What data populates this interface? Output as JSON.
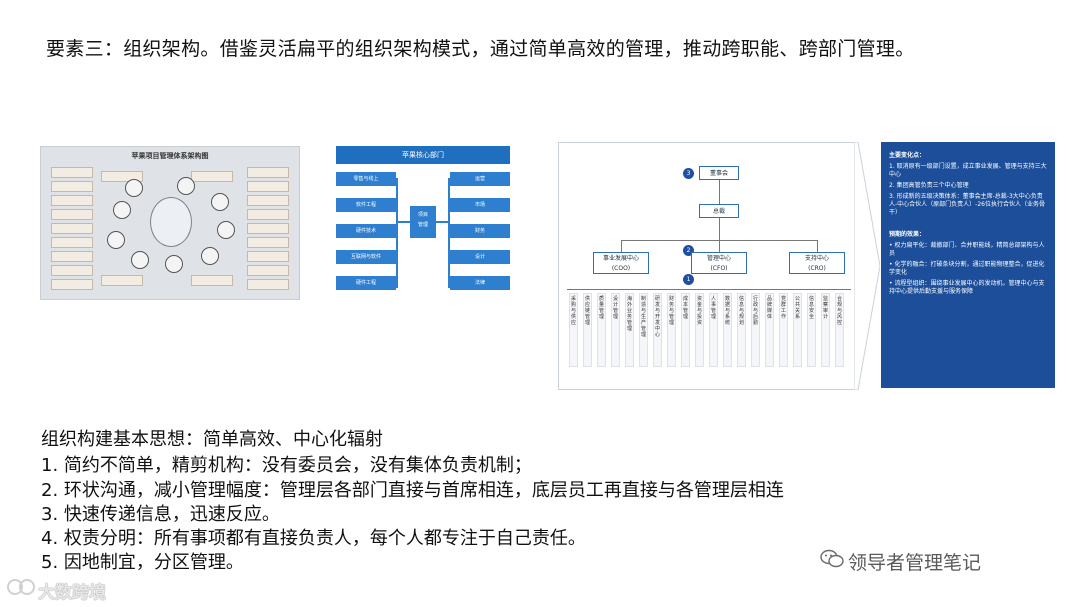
{
  "heading": "要素三：组织架构。借鉴灵活扁平的组织架构模式，通过简单高效的管理，推动跨职能、跨部门管理。",
  "figure1": {
    "title": "苹果项目管理体系架构图"
  },
  "figure2": {
    "title": "苹果核心部门",
    "left_boxes": [
      "零售与线上",
      "软件工程",
      "硬件技术",
      "互联网与软件",
      "硬件工程"
    ],
    "middle_box": [
      "项目",
      "管理"
    ],
    "right_boxes": [
      "运营",
      "市场",
      "财务",
      "设计",
      "法律"
    ]
  },
  "figure3": {
    "top_number": "3",
    "board": "董事会",
    "ceo": "总裁",
    "mid_number": "2",
    "centers": [
      {
        "label": "事业发展中心",
        "sub": "(COO)"
      },
      {
        "label": "管理中心",
        "sub": "(CFO)"
      },
      {
        "label": "支持中心",
        "sub": "(CRO)"
      }
    ],
    "low_number": "1",
    "columns": [
      "采购与供应",
      "供应链管理",
      "质量管理",
      "设计管理",
      "海外业务管理",
      "制造与生产管理",
      "研发与开发中心",
      "财务与管理",
      "成本管理",
      "资金与投资",
      "人事管理",
      "数据与系统",
      "信息与规划",
      "行政与后勤",
      "品牌媒体",
      "党群工作",
      "公共关系",
      "信息安全",
      "监察审计",
      "合规与风控"
    ]
  },
  "figure4": {
    "section1_title": "主要变化点：",
    "section1_items": [
      "1. 取消原有一级部门设置，成立事业发展、管理与支持三大中心",
      "2. 集团高管负责三个中心管理",
      "3. 形成新的五级决策体系：董事会主席-总裁-3大中心负责人-中心合伙人（原部门负责人）-26位执行合伙人（业务骨干）"
    ],
    "section2_title": "预期的效果：",
    "section2_items": [
      "• 权力扁平化：裁撤部门、合并职能线，精简总部架构与人员",
      "• 化学的融合：打破条块分割，通过职能物理整合，促进化学变化",
      "• 流程型组织：围绕事业发展中心的发动机，管理中心与支持中心提供后勤支援与服务保障"
    ]
  },
  "body": {
    "title": "组织构建基本思想：简单高效、中心化辐射",
    "items": [
      "1.  简约不简单，精剪机构：没有委员会，没有集体负责机制；",
      "2.  环状沟通，减小管理幅度：管理层各部门直接与首席相连，底层员工再直接与各管理层相连",
      "3.  快速传递信息，迅速反应。",
      "4.  权责分明：所有事项都有直接负责人，每个人都专注于自己责任。",
      "5.  因地制宜，分区管理。"
    ]
  },
  "watermark_right": "领导者管理笔记",
  "watermark_left": "大数跨境",
  "colors": {
    "accent": "#1d4e99",
    "box_blue": "#2e7fd0"
  }
}
